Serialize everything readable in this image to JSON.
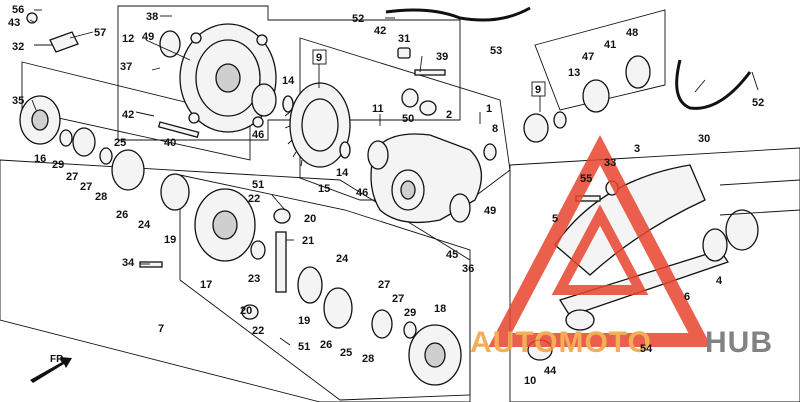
{
  "diagram": {
    "callouts": {
      "c56": "56",
      "c43": "43",
      "c32": "32",
      "c57": "57",
      "c38": "38",
      "c12": "12",
      "c49a": "49",
      "c37": "37",
      "c35": "35",
      "c42a": "42",
      "c40": "40",
      "c16": "16",
      "c29a": "29",
      "c27a": "27",
      "c27b": "27",
      "c28a": "28",
      "c25a": "25",
      "c26a": "26",
      "c24a": "24",
      "c19a": "19",
      "c46a": "46",
      "c14a": "14",
      "c9box1": "9",
      "c52a": "52",
      "c42b": "42",
      "c31": "31",
      "c39": "39",
      "c53": "53",
      "c11": "11",
      "c50": "50",
      "c2": "2",
      "c1": "1",
      "c8": "8",
      "c14b": "14",
      "c46b": "46",
      "c49b": "49",
      "c15": "15",
      "c51a": "51",
      "c22a": "22",
      "c20a": "20",
      "c21": "21",
      "c23": "23",
      "c17": "17",
      "c34": "34",
      "c7": "7",
      "c24b": "24",
      "c20b": "20",
      "c19b": "19",
      "c22b": "22",
      "c51b": "51",
      "c26b": "26",
      "c25b": "25",
      "c28b": "28",
      "c27c": "27",
      "c27d": "27",
      "c29b": "29",
      "c18": "18",
      "c45": "45",
      "c36": "36",
      "c9box2": "9",
      "c13": "13",
      "c47": "47",
      "c41": "41",
      "c48": "48",
      "c52b": "52",
      "c30": "30",
      "c33": "33",
      "c3": "3",
      "c55": "55",
      "c5": "5",
      "c4": "4",
      "c6": "6",
      "c54": "54",
      "c10": "10",
      "c44": "44"
    },
    "front_arrow": "FR."
  },
  "watermark": {
    "brand_part_1": "AUTOMOTO",
    "brand_part_2": "HUB",
    "color_triangle": "#e8452f",
    "color_accent": "#f2a23a",
    "color_text_dark": "#6d6d6d"
  }
}
